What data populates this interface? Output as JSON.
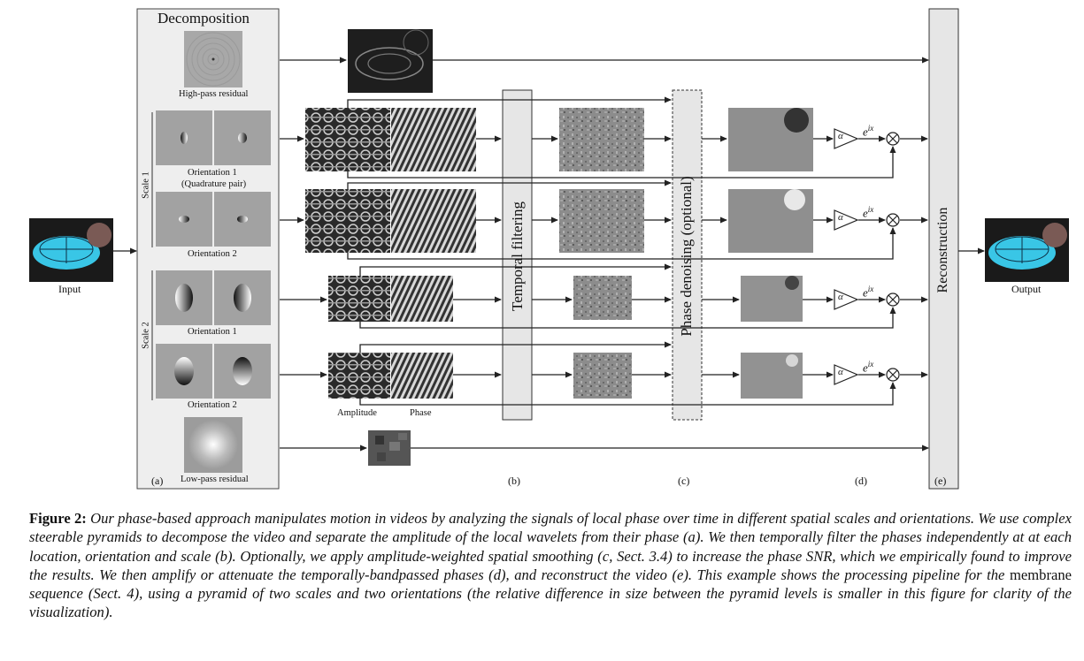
{
  "decomposition": {
    "title": "Decomposition",
    "highpass": "High-pass residual",
    "lowpass": "Low-pass residual",
    "scale1": "Scale 1",
    "scale2": "Scale 2",
    "or1_s1": "Orientation 1",
    "quad": "(Quadrature pair)",
    "or2_s1": "Orientation 2",
    "or1_s2": "Orientation 1",
    "or2_s2": "Orientation 2"
  },
  "io": {
    "input": "Input",
    "output": "Output"
  },
  "labels": {
    "amplitude": "Amplitude",
    "phase": "Phase"
  },
  "blocks": {
    "temporal": "Temporal filtering",
    "denoise": "Phase denoising (optional)",
    "recon": "Reconstruction"
  },
  "math": {
    "alpha": "α",
    "exp_base": "e",
    "exp_sup": "ix"
  },
  "stages": {
    "a": "(a)",
    "b": "(b)",
    "c": "(c)",
    "d": "(d)",
    "e": "(e)"
  },
  "caption": {
    "fig": "Figure 2:",
    "text1": " Our phase-based approach manipulates motion in videos by analyzing the signals of local phase over time in different spatial scales and orientations. We use complex steerable pyramids to decompose the video and separate the amplitude of the local wavelets from their phase (a). We then temporally filter the phases independently at at each location, orientation and scale (b). Optionally, we apply amplitude-weighted spatial smoothing (c, Sect. 3.4) to increase the phase SNR, which we empirically found to improve the results. We then amplify or attenuate the temporally-bandpassed phases (d), and reconstruct the video (e). This example shows the processing pipeline for the ",
    "membrane": "membrane",
    "text2": " sequence (Sect. 4), using a pyramid of two scales and two orientations (the relative difference in size between the pyramid levels is smaller in this figure for clarity of the visualization)."
  }
}
